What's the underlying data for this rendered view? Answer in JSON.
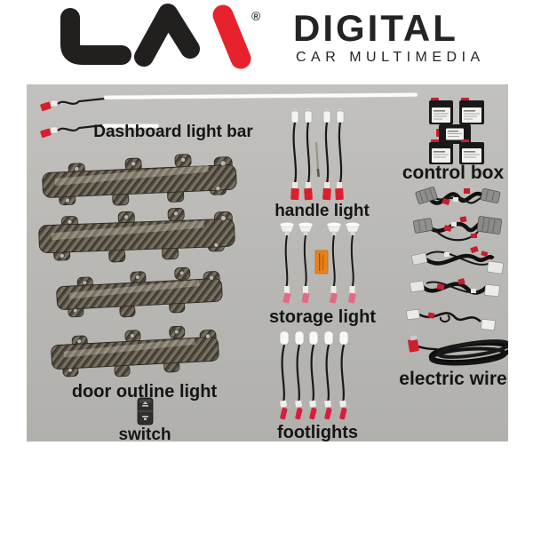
{
  "header": {
    "logo_text": "LM",
    "registered_mark": "®",
    "title": "DIGITAL",
    "subtitle": "CAR MULTIMEDIA"
  },
  "sections": {
    "dashboard_light_bar": {
      "label": "Dashboard light bar",
      "count": 2
    },
    "door_outline_light": {
      "label": "door outline light",
      "count": 4
    },
    "switch": {
      "label": "switch",
      "count": 1
    },
    "handle_light": {
      "label": "handle light",
      "count": 4
    },
    "storage_light": {
      "label": "storage light",
      "count": 4
    },
    "footlights": {
      "label": "footlights",
      "count": 5
    },
    "control_box": {
      "label": "control box",
      "count": 5
    },
    "electric_wire": {
      "label": "electric wire",
      "count": 6
    }
  },
  "colors": {
    "brand_red": "#e8222d",
    "logo_black": "#221f1f",
    "panel_background": "#b8b7b3",
    "connector_red": "#d41f2f",
    "connector_pink": "#e26b84",
    "storage_tag_orange": "#e8821a",
    "label_text": "#151515"
  }
}
